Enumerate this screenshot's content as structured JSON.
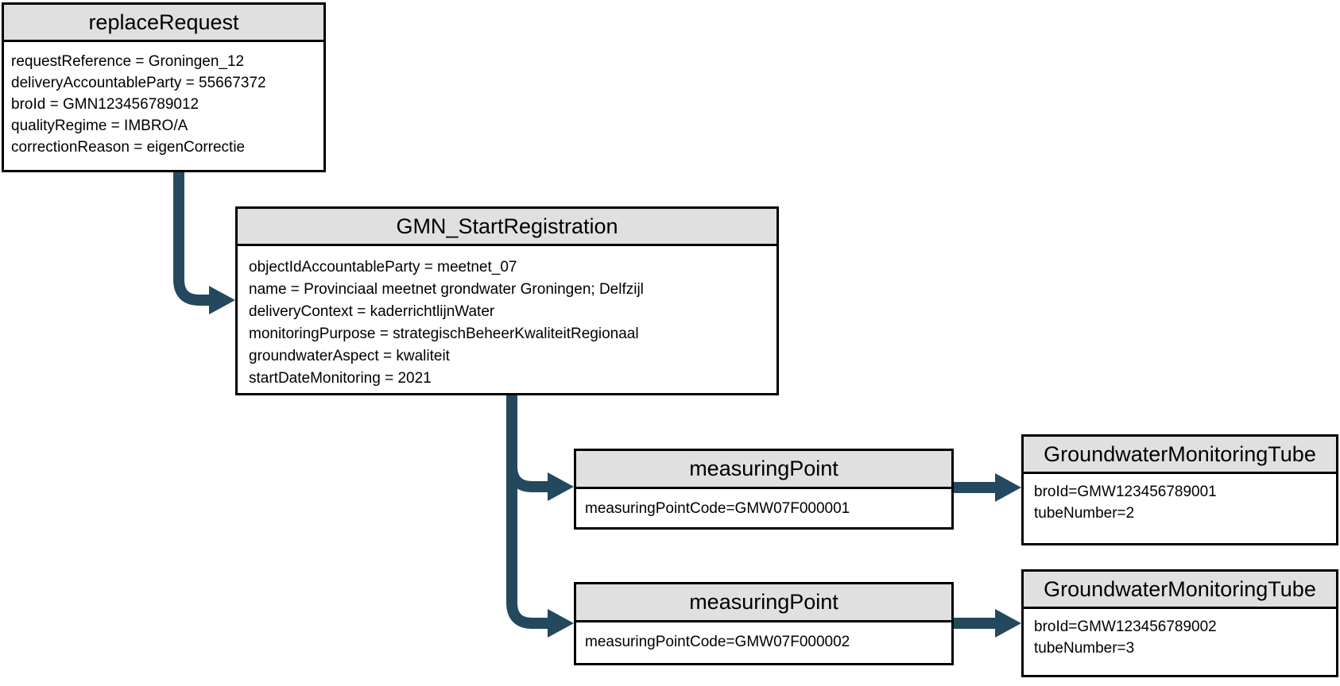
{
  "diagram": {
    "colors": {
      "arrow": "#24495E",
      "header_fill": "#E0E0E0",
      "border": "#000000",
      "background": "#FFFFFF",
      "text": "#000000"
    },
    "nodes": {
      "replace_request": {
        "title": "replaceRequest",
        "lines": [
          "requestReference = Groningen_12",
          "deliveryAccountableParty = 55667372",
          "broId = GMN123456789012",
          "qualityRegime = IMBRO/A",
          "correctionReason = eigenCorrectie"
        ]
      },
      "gmn_start_registration": {
        "title": "GMN_StartRegistration",
        "lines": [
          "objectIdAccountableParty = meetnet_07",
          "name = Provinciaal meetnet grondwater Groningen; Delfzijl",
          "deliveryContext = kaderrichtlijnWater",
          "monitoringPurpose = strategischBeheerKwaliteitRegionaal",
          "groundwaterAspect = kwaliteit",
          "startDateMonitoring = 2021"
        ]
      },
      "measuring_point_1": {
        "title": "measuringPoint",
        "lines": [
          "measuringPointCode=GMW07F000001"
        ]
      },
      "measuring_point_2": {
        "title": "measuringPoint",
        "lines": [
          "measuringPointCode=GMW07F000002"
        ]
      },
      "tube_1": {
        "title": "GroundwaterMonitoringTube",
        "lines": [
          "broId=GMW123456789001",
          "tubeNumber=2"
        ]
      },
      "tube_2": {
        "title": "GroundwaterMonitoringTube",
        "lines": [
          "broId=GMW123456789002",
          "tubeNumber=3"
        ]
      }
    }
  }
}
